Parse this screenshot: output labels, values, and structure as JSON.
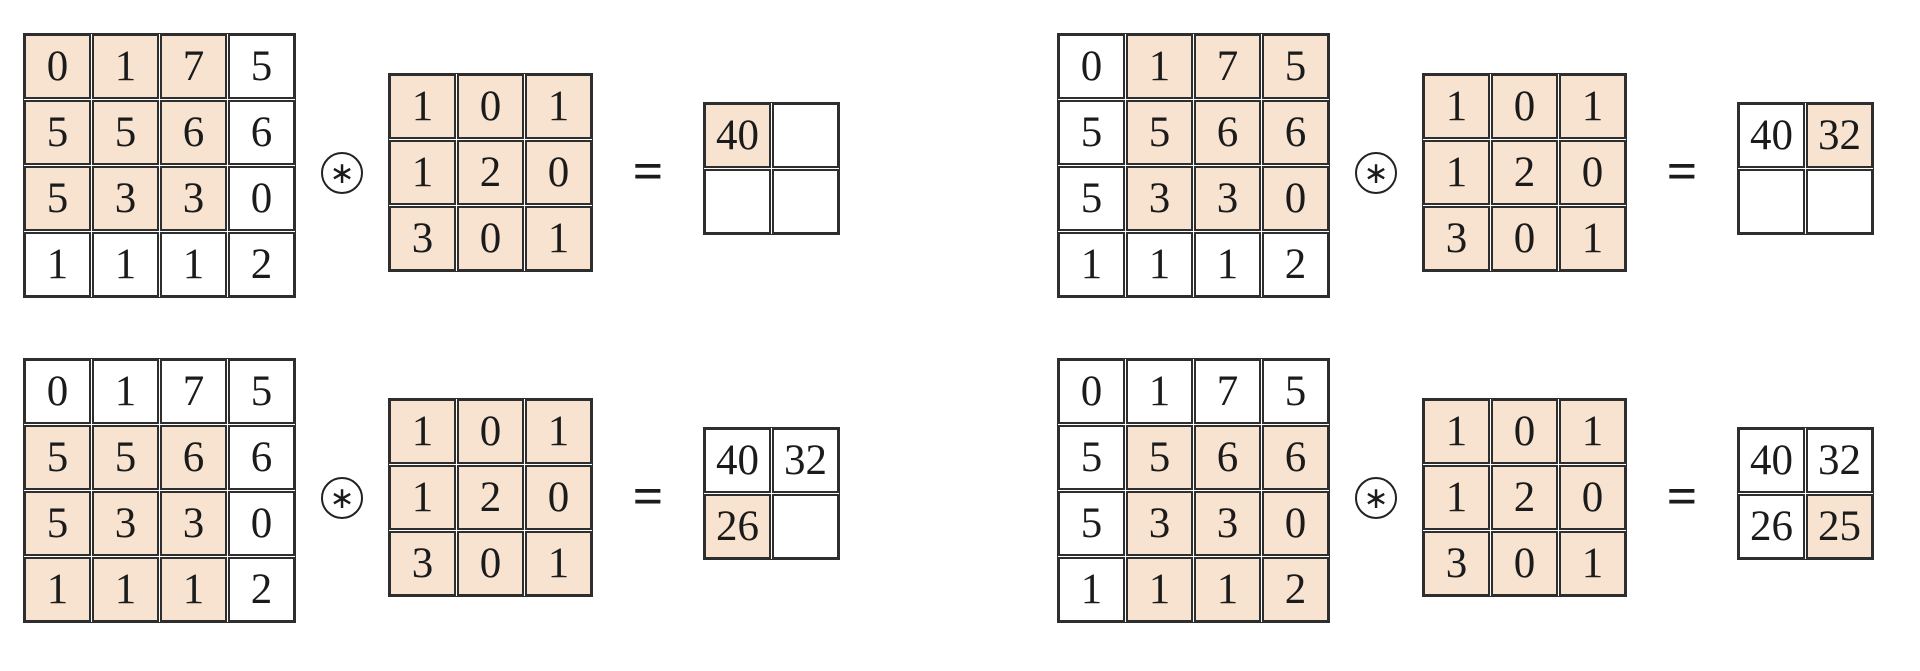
{
  "colors": {
    "highlight": "#f7e3d0",
    "grid_line": "#2e2e2e",
    "background": "#ffffff",
    "text": "#1b1b1b"
  },
  "symbols": {
    "operator": "∗",
    "equals": "="
  },
  "input_matrix": {
    "rows": 4,
    "cols": 4,
    "values": [
      [
        0,
        1,
        7,
        5
      ],
      [
        5,
        5,
        6,
        6
      ],
      [
        5,
        3,
        3,
        0
      ],
      [
        1,
        1,
        1,
        2
      ]
    ]
  },
  "kernel_matrix": {
    "rows": 3,
    "cols": 3,
    "all_highlighted": true,
    "values": [
      [
        1,
        0,
        1
      ],
      [
        1,
        2,
        0
      ],
      [
        3,
        0,
        1
      ]
    ]
  },
  "panels": [
    {
      "name": "step-1",
      "input_highlight": {
        "row_start": 0,
        "row_end": 2,
        "col_start": 0,
        "col_end": 2
      },
      "output_values": [
        [
          "40",
          ""
        ],
        [
          "",
          ""
        ]
      ],
      "output_highlight_cells": [
        [
          0,
          0
        ]
      ]
    },
    {
      "name": "step-2",
      "input_highlight": {
        "row_start": 0,
        "row_end": 2,
        "col_start": 1,
        "col_end": 3
      },
      "output_values": [
        [
          "40",
          "32"
        ],
        [
          "",
          ""
        ]
      ],
      "output_highlight_cells": [
        [
          0,
          1
        ]
      ]
    },
    {
      "name": "step-3",
      "input_highlight": {
        "row_start": 1,
        "row_end": 3,
        "col_start": 0,
        "col_end": 2
      },
      "output_values": [
        [
          "40",
          "32"
        ],
        [
          "26",
          ""
        ]
      ],
      "output_highlight_cells": [
        [
          1,
          0
        ]
      ]
    },
    {
      "name": "step-4",
      "input_highlight": {
        "row_start": 1,
        "row_end": 3,
        "col_start": 1,
        "col_end": 3
      },
      "output_values": [
        [
          "40",
          "32"
        ],
        [
          "26",
          "25"
        ]
      ],
      "output_highlight_cells": [
        [
          1,
          1
        ]
      ]
    }
  ]
}
